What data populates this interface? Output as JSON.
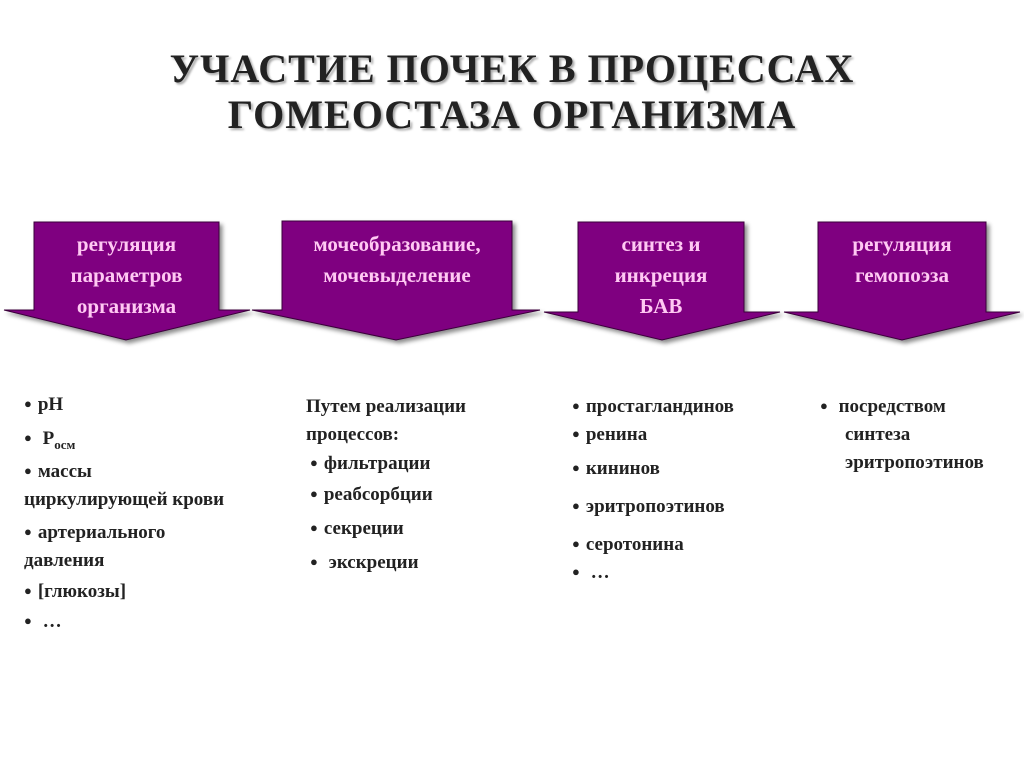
{
  "title": {
    "line1": "УЧАСТИЕ  ПОЧЕК  В  ПРОЦЕССАХ",
    "line2": "ГОМЕОСТАЗА  ОРГАНИЗМА"
  },
  "colors": {
    "arrow_fill": "#7f0080",
    "arrow_text": "#ffc9f3",
    "body_text": "#222222"
  },
  "arrows": [
    {
      "lines": [
        "регуляция",
        "параметров",
        "организма"
      ]
    },
    {
      "lines": [
        "мочеобразование,",
        "мочевыделение"
      ]
    },
    {
      "lines": [
        "синтез и",
        "инкреция",
        "БАВ"
      ]
    },
    {
      "lines": [
        "регуляция",
        "гемопоэза"
      ]
    }
  ],
  "columns": {
    "col1": {
      "bullet": "●",
      "ph": "pH",
      "p_main": "P",
      "p_sub": "осм",
      "mass1": "массы",
      "mass2": "циркулирующей крови",
      "art1": "артериального",
      "art2": "давления",
      "glucose": "[глюкозы]",
      "etc": "…"
    },
    "col2": {
      "intro1": "Путем реализации",
      "intro2": "процессов:",
      "items": [
        "фильтрации",
        "реабсорбции",
        "секреции",
        "экскреции"
      ]
    },
    "col3": {
      "items": [
        "простагландинов",
        "ренина",
        "кининов",
        "эритропоэтинов",
        "серотонина",
        "…"
      ]
    },
    "col4": {
      "line1": "посредством",
      "line2": "синтеза",
      "line3": "эритропоэтинов"
    }
  }
}
